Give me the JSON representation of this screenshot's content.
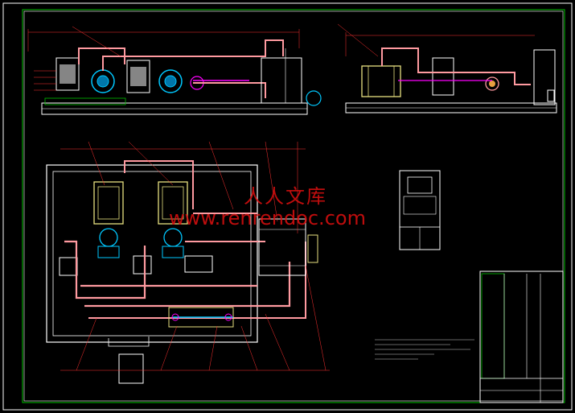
{
  "watermark": {
    "chinese": "人人文库",
    "url": "www.renrendoc.com"
  },
  "colors": {
    "background": "#000000",
    "frame": "#ffffff",
    "border_green": "#00c000",
    "pipe_red": "#ff2a2a",
    "pipe_pink": "#ff9aa0",
    "pump_cyan": "#00c8ff",
    "tank_yellow": "#e8e080",
    "magenta": "#ff00ff",
    "label_red": "#ff3030"
  },
  "views": {
    "front_elevation": "front-elevation",
    "side_elevation": "side-elevation",
    "plan": "plan-view",
    "control_cabinet": "control-cabinet",
    "title_block": "title-block"
  }
}
